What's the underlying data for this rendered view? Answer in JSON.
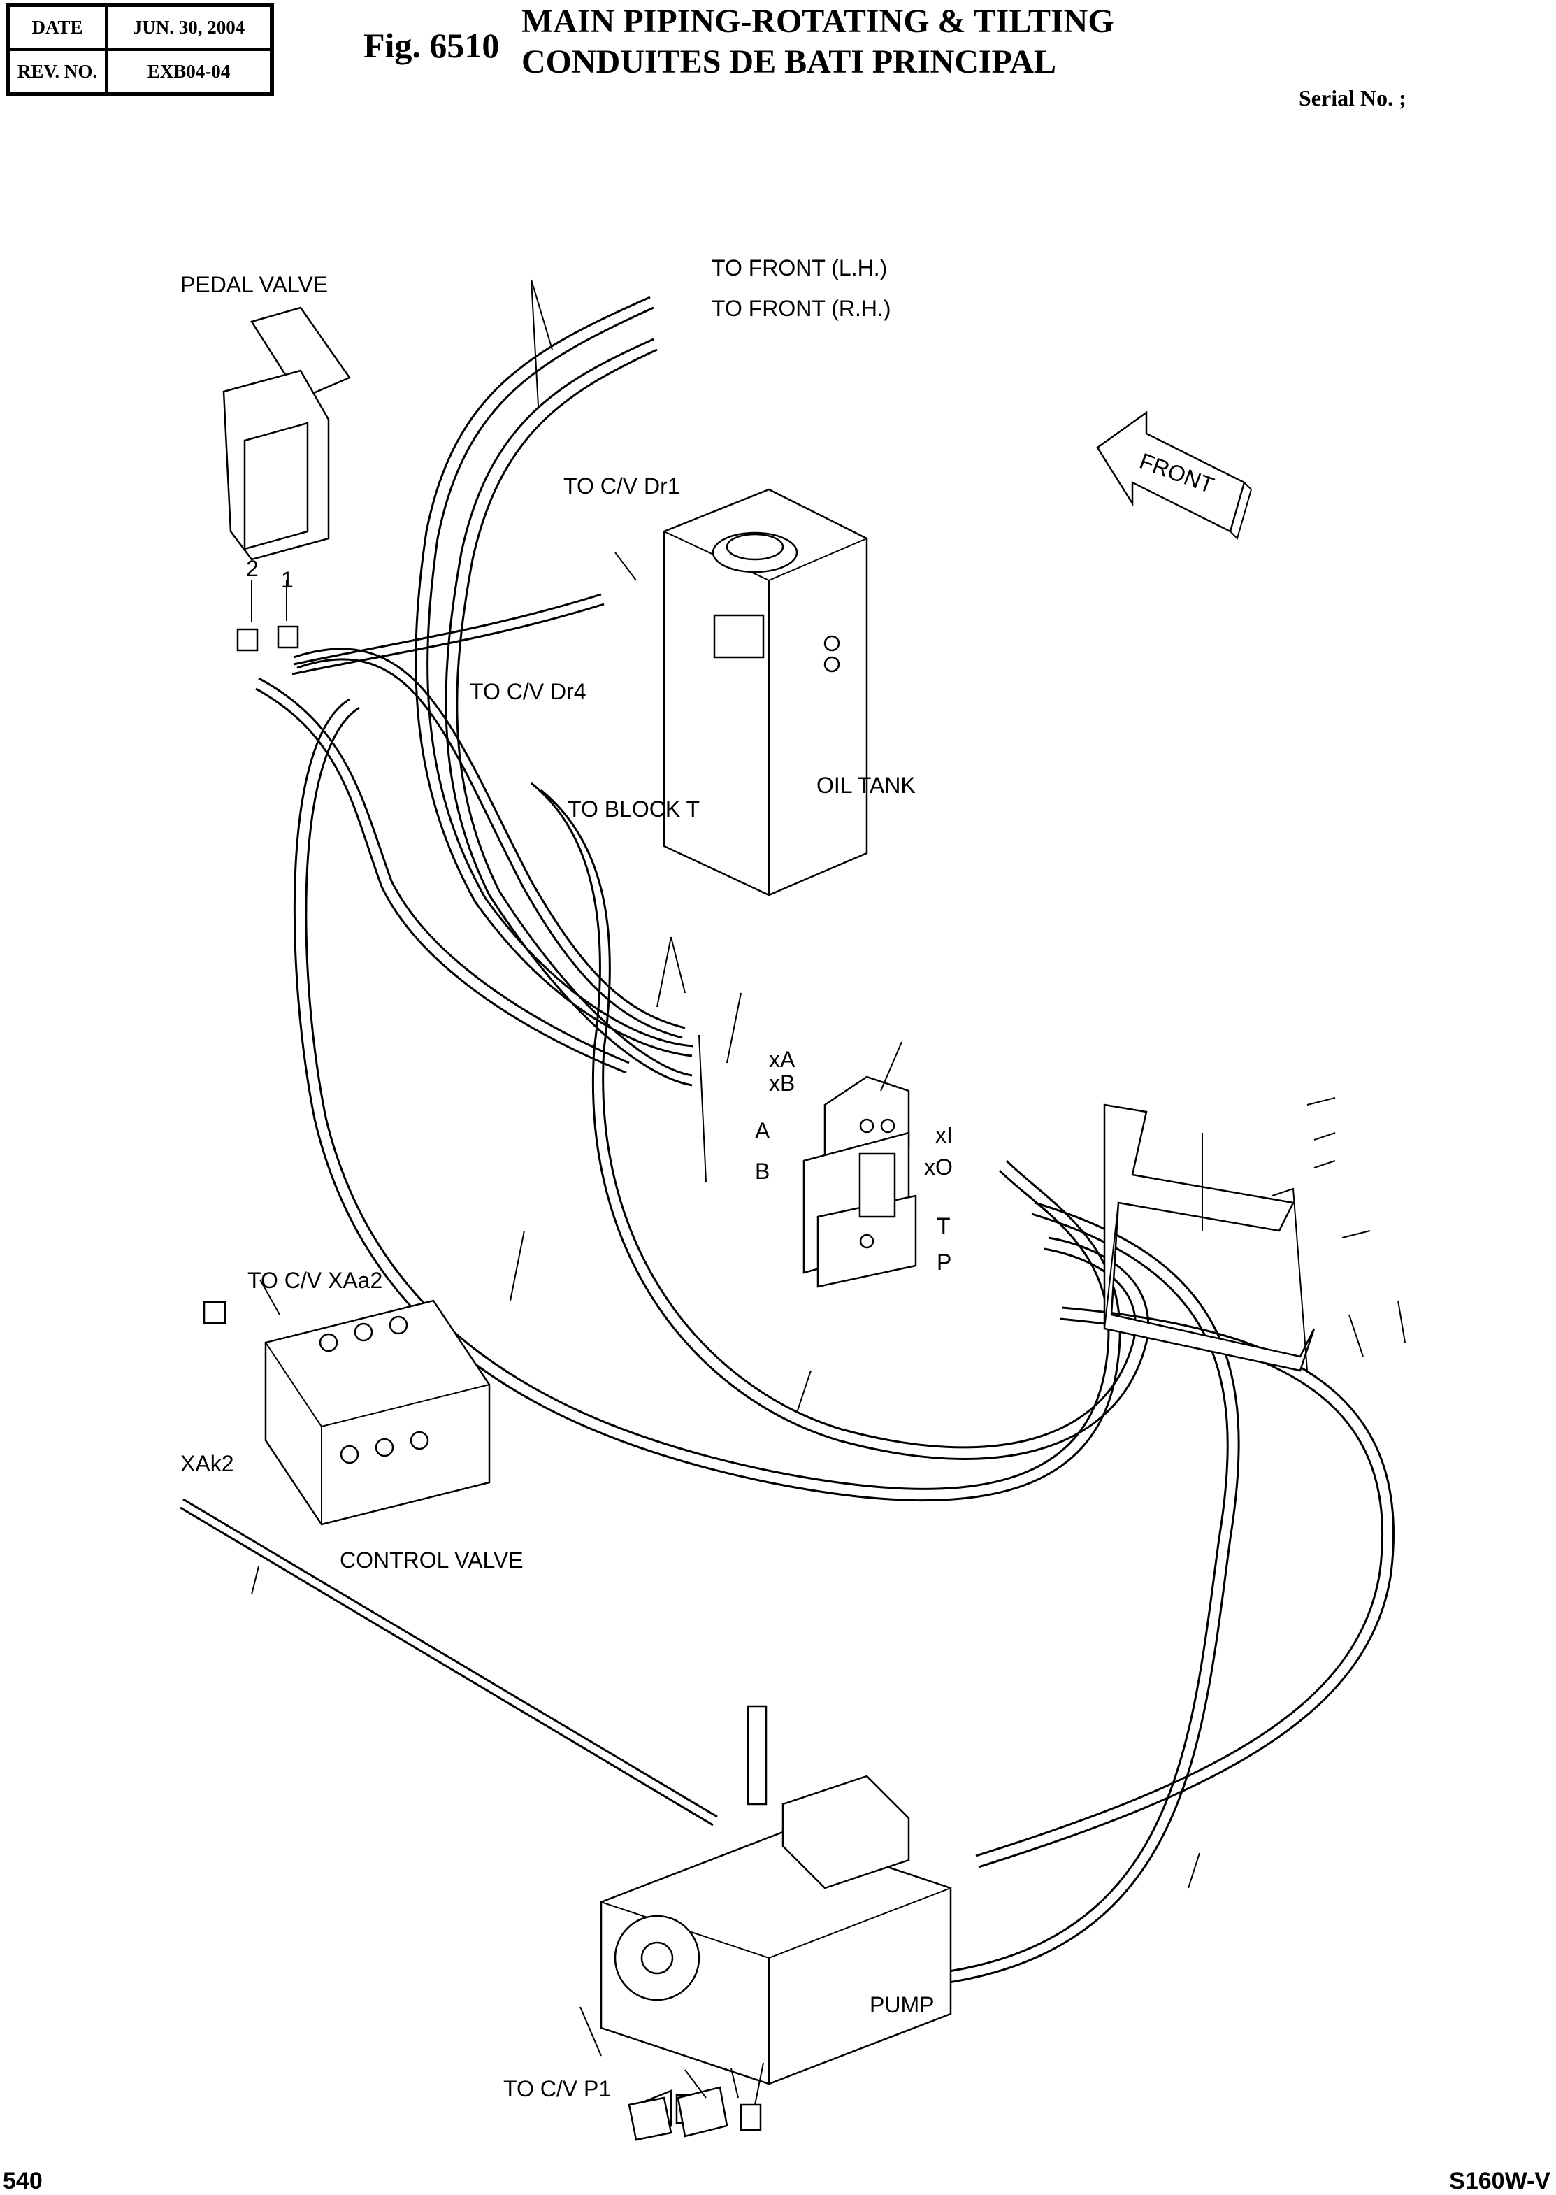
{
  "header": {
    "date_label": "DATE",
    "date_value": "JUN. 30, 2004",
    "rev_label": "REV. NO.",
    "rev_value": "EXB04-04"
  },
  "figure": {
    "number": "Fig. 6510",
    "title_en": "MAIN PIPING-ROTATING & TILTING",
    "title_fr": "CONDUITES DE BATI PRINCIPAL",
    "serial": "Serial No. ;"
  },
  "footer": {
    "page": "540",
    "model": "S160W-V"
  },
  "labels": {
    "pedal_valve": "PEDAL VALVE",
    "to_front_lh": "TO FRONT (L.H.)",
    "to_front_rh": "TO FRONT (R.H.)",
    "front": "FRONT",
    "to_cv_dr1": "TO C/V Dr1",
    "to_cv_dr4": "TO C/V Dr4",
    "to_block_t": "TO BLOCK T",
    "oil_tank": "OIL TANK",
    "port_2": "2",
    "port_1": "1",
    "xa": "xA",
    "xb": "xB",
    "a": "A",
    "b": "B",
    "xi": "xI",
    "xo": "xO",
    "t": "T",
    "p": "P",
    "to_cv_xaa2": "TO C/V XAa2",
    "xak2": "XAk2",
    "control_valve": "CONTROL VALVE",
    "to_cv_p1": "TO C/V P1",
    "pump": "PUMP"
  }
}
